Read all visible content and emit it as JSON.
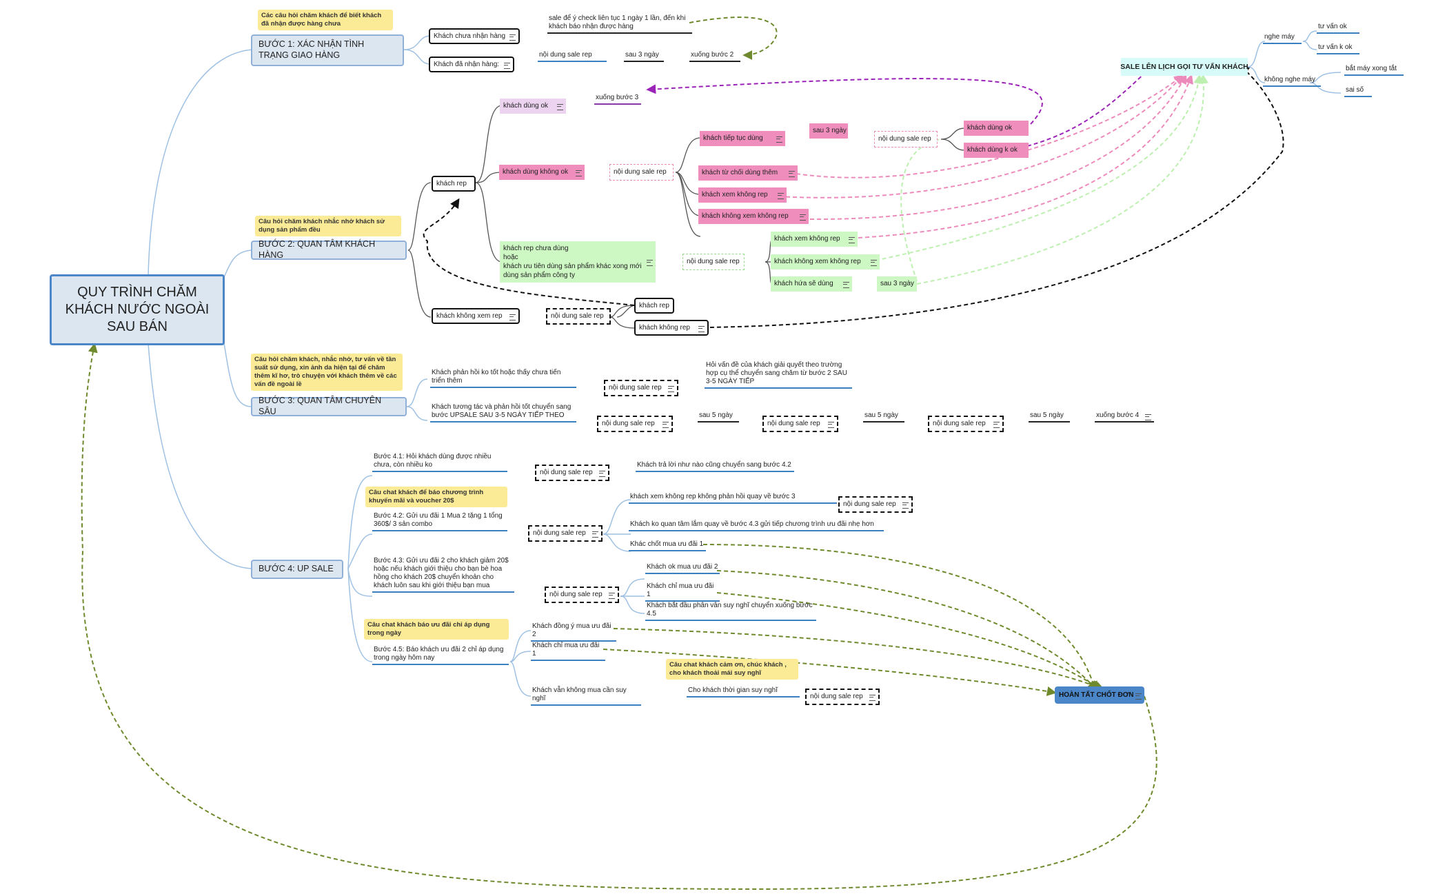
{
  "title": "QUY TRÌNH CHĂM KHÁCH NƯỚC NGOÀI SAU BÁN",
  "colors": {
    "line_blue": "#9fc1e3",
    "line_dark": "#555555",
    "arrow_olive": "#6f8a2c",
    "arrow_purple": "#9b23b7",
    "arrow_pink": "#ec8bbb",
    "arrow_green": "#bdf0b0",
    "arrow_black": "#111111"
  },
  "step1": {
    "note": "Các câu hỏi chăm khách để biết khách đã nhận được hàng chưa",
    "label": "BƯỚC 1: XÁC NHẬN TÌNH TRẠNG GIAO HÀNG",
    "not_received": "Khách chưa nhận hàng",
    "not_received_text": "sale để ý check liên tục 1 ngày 1 lần, đến khi khách báo  nhận được hàng",
    "received": "Khách đã nhận hàng:",
    "received_rep": "nội dung sale rep",
    "after3": "sau 3 ngày",
    "to_step2": "xuống bước 2"
  },
  "step2": {
    "note": "Câu hỏi chăm khách nhắc nhở khách sử dụng sản phẩm đều",
    "label": "BƯỚC 2: QUAN TÂM KHÁCH HÀNG",
    "reply": "khách rep",
    "ok": "khách dùng ok",
    "to_step3": "xuống bước 3",
    "not_ok": "khách dùng không ok",
    "not_ok_rep": "nội dung sale rep",
    "continue": "khách tiếp tục dùng",
    "after3": "sau 3 ngày",
    "continue_rep": "nội dung sale rep",
    "cont_ok": "khách dùng ok",
    "cont_not_ok": "khách dùng k ok",
    "refuse": "khách từ chối dùng thêm",
    "seen_no_reply": "khách xem không rep",
    "unseen_no_reply": "khách không xem không rep",
    "not_used_lines": [
      "khách rep chưa dùng",
      "hoặc",
      "khách ưu tiên dùng sản phẩm khác xong mới",
      "dùng sản phẩm công ty"
    ],
    "green_rep": "nội dung sale rep",
    "g_seen": "khách xem không rep",
    "g_unseen": "khách không xem không rep",
    "promise": "khách hứa sẽ dùng",
    "g_after3": "sau 3 ngày",
    "unseen": "khách không xem rep",
    "unseen_rep": "nội dung sale rep",
    "u_reply": "khách rep",
    "u_no_reply": "khách không rep"
  },
  "sale_call": {
    "label": "SALE LÊN LỊCH GỌI TƯ VẤN KHÁCH",
    "listen": "nghe máy",
    "consult_ok": "tư vấn ok",
    "consult_not_ok": "tư vấn k ok",
    "no_answer": "không nghe máy",
    "call_after": "bắt máy xong tắt",
    "wrong_number": "sai số"
  },
  "step3": {
    "note": "Câu hỏi chăm khách, nhắc nhở, tư vấn về tần suất sử dụng, xin ảnh da hiện tại để chăm thêm kĩ hơ, trò chuyện với khách thêm về các vấn đề ngoài lề",
    "label": "BƯỚC 3: QUAN TÂM CHUYÊN SÂU",
    "bad": "Khách phản hồi ko tốt hoặc thấy chưa tiến triển thêm",
    "bad_rep": "nội dung sale rep",
    "bad_result": "Hỏi vấn đề của khách giải quyết theo trường hợp cụ thể chuyển sang chăm từ bước 2 SAU 3-5 NGÀY TIẾP",
    "good": "Khách tương tác và phản hồi tốt chuyển sang bước UPSALE SAU 3-5 NGÀY TIẾP THEO",
    "rep": "nội dung sale rep",
    "after5": "sau 5 ngày",
    "to_step4": "xuống bước 4"
  },
  "step4": {
    "label": "BƯỚC 4: UP SALE",
    "s41": "Bước 4.1: Hỏi khách dùng được nhiều chưa, còn nhiều ko",
    "s41_rep": "nội dung sale rep",
    "s41_result": "Khách trả lời như nào cũng chuyển sang bước 4.2",
    "note42": "Câu chat khách để báo chương trình khuyến mãi và voucher 20$",
    "s42": "Bước 4.2: Gửi ưu đãi 1  Mua 2 tặng 1 tổng 360$/ 3 sản combo",
    "s42_rep": "nội dung sale rep",
    "s42_a": "khách xem không rep không phản hồi quay về bước 3",
    "s42_a_rep": "nội dung sale rep",
    "s42_b": "Khách ko quan tâm lắm quay về bước 4.3 gửi tiếp chương trình ưu đãi nhẹ hơn",
    "s42_c": "Khác chốt mua ưu đãi 1",
    "s43": "Bước 4.3: Gửi ưu đãi 2 cho khách giảm 20$ hoặc nếu khách giới thiệu cho bạn bè hoa hồng cho khách 20$ chuyển khoản cho khách luôn sau khi giới thiệu bạn mua",
    "s43_rep": "nội dung sale rep",
    "s43_a": "Khách ok mua  ưu đãi 2",
    "s43_b": "Khách chỉ mua  ưu đãi 1",
    "s43_c": "Khách bắt đầu phân vân suy nghĩ chuyển xuống bước 4.5",
    "note45": "Câu chat khách báo  ưu đãi chỉ áp dụng trong ngày",
    "s45": "Bước 4.5: Báo khách  ưu đãi 2 chỉ áp dụng trong ngày hôm nay",
    "s45_a": "Khách đồng ý mua  ưu đãi 2",
    "s45_b": "Khách chỉ mua  ưu đãi 1",
    "s45_c": "Khách vẫn không mua cần suy nghĩ",
    "note_thanks": "Câu chat khách cảm ơn, chúc khách , cho khách thoải mái suy nghĩ",
    "s45_c_text": "Cho khách thời gian suy nghĩ",
    "s45_c_rep": "nội dung sale rep"
  },
  "done": "HOÀN TẤT CHỐT ĐƠN"
}
